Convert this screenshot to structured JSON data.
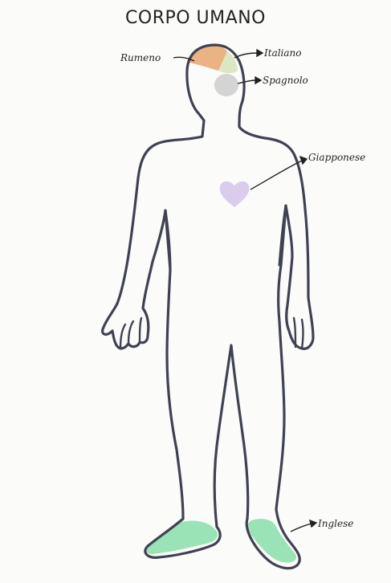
{
  "diagram": {
    "title": "CORPO UMANO",
    "colors": {
      "outline": "#3f4252",
      "paper": "#fbfbf9",
      "romanian": "#e8a56f",
      "italian": "#d8e3bd",
      "spanish": "#cfcfcf",
      "japanese": "#d8c9ec",
      "english": "#8fe0ae"
    },
    "labels": {
      "romanian": "Rumeno",
      "italian": "Italiano",
      "spanish": "Spagnolo",
      "japanese": "Giapponese",
      "english": "Inglese"
    }
  }
}
